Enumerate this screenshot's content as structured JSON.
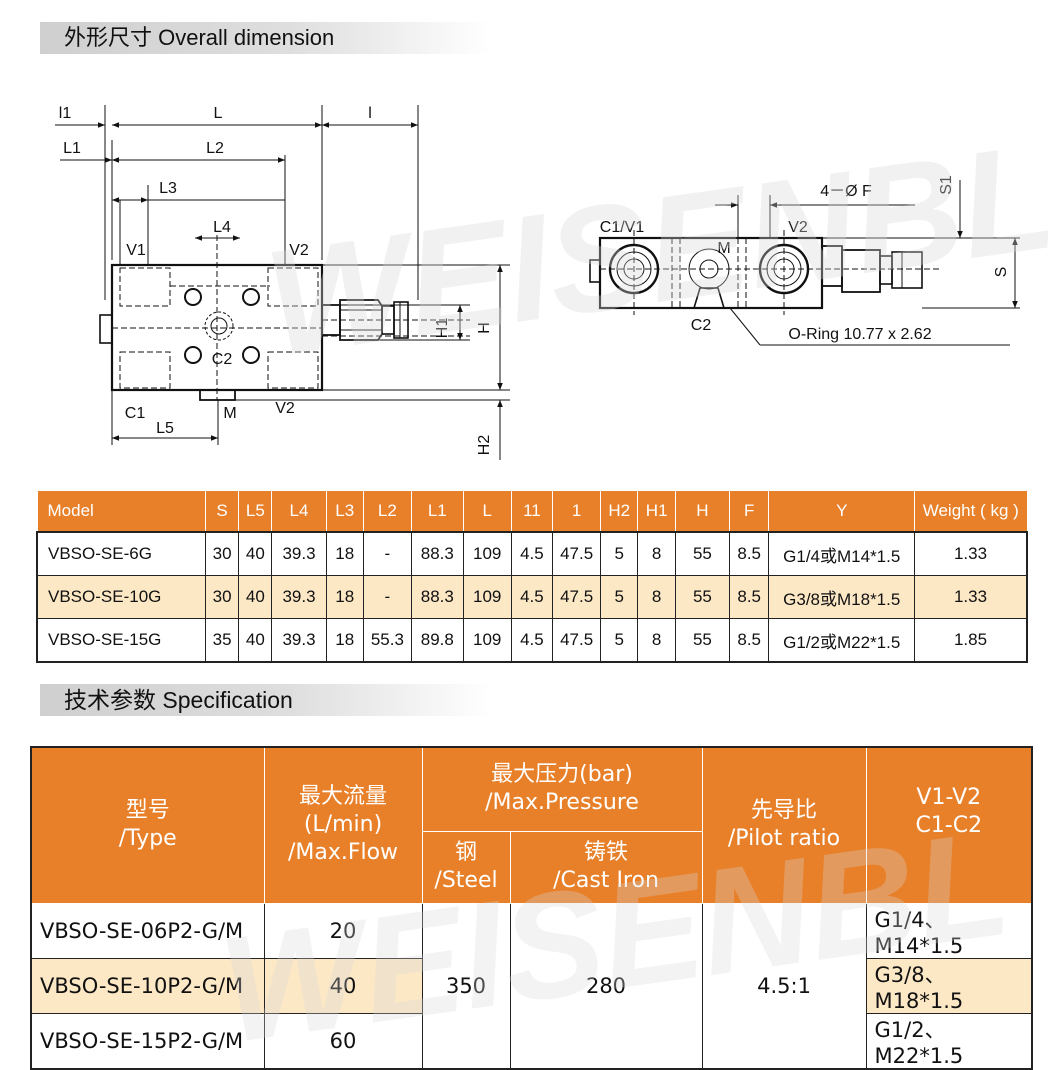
{
  "sections": {
    "overall_dimension": "外形尺寸 Overall dimension",
    "specification": "技术参数 Specification"
  },
  "watermark": "WEISENBL",
  "drawing": {
    "front": {
      "labels": {
        "l1_small": "l1",
        "L": "L",
        "l": "l",
        "L1": "L1",
        "L2": "L2",
        "L3": "L3",
        "L4": "L4",
        "V1": "V1",
        "V2_top": "V2",
        "C2": "C2",
        "C1": "C1",
        "L5": "L5",
        "M": "M",
        "V2_bottom": "V2",
        "H1": "H1",
        "H": "H",
        "H2": "H2"
      }
    },
    "side": {
      "labels": {
        "C1V1": "C1/V1",
        "V2": "V2",
        "M": "M",
        "C2": "C2",
        "F": "4－Ø F",
        "S1": "S1",
        "S": "S",
        "oring": "O-Ring 10.77 x 2.62"
      }
    }
  },
  "dimension_table": {
    "headers": [
      "Model",
      "S",
      "L5",
      "L4",
      "L3",
      "L2",
      "L1",
      "L",
      "11",
      "1",
      "H2",
      "H1",
      "H",
      "F",
      "Y",
      "Weight ( kg )"
    ],
    "rows": [
      [
        "VBSO-SE-6G",
        "30",
        "40",
        "39.3",
        "18",
        "-",
        "88.3",
        "109",
        "4.5",
        "47.5",
        "5",
        "8",
        "55",
        "8.5",
        "G1/4或M14*1.5",
        "1.33"
      ],
      [
        "VBSO-SE-10G",
        "30",
        "40",
        "39.3",
        "18",
        "-",
        "88.3",
        "109",
        "4.5",
        "47.5",
        "5",
        "8",
        "55",
        "8.5",
        "G3/8或M18*1.5",
        "1.33"
      ],
      [
        "VBSO-SE-15G",
        "35",
        "40",
        "39.3",
        "18",
        "55.3",
        "89.8",
        "109",
        "4.5",
        "47.5",
        "5",
        "8",
        "55",
        "8.5",
        "G1/2或M22*1.5",
        "1.85"
      ]
    ]
  },
  "spec_table": {
    "headers": {
      "type_cn": "型号",
      "type_en": "/Type",
      "flow_cn": "最大流量",
      "flow_unit": "(L/min)",
      "flow_en": "/Max.Flow",
      "pressure_cn": "最大压力(bar)",
      "pressure_en": "/Max.Pressure",
      "steel_cn": "钢",
      "steel_en": "/Steel",
      "iron_cn": "铸铁",
      "iron_en": "/Cast Iron",
      "pilot_cn": "先导比",
      "pilot_en": "/Pilot ratio",
      "ports_a": "V1-V2",
      "ports_b": "C1-C2"
    },
    "rows": [
      {
        "type": "VBSO-SE-06P2-G/M",
        "flow": "20",
        "ports": "G1/4、M14*1.5"
      },
      {
        "type": "VBSO-SE-10P2-G/M",
        "flow": "40",
        "ports": "G3/8、M18*1.5"
      },
      {
        "type": "VBSO-SE-15P2-G/M",
        "flow": "60",
        "ports": "G1/2、M22*1.5"
      }
    ],
    "steel": "350",
    "cast_iron": "280",
    "pilot_ratio": "4.5:1"
  }
}
